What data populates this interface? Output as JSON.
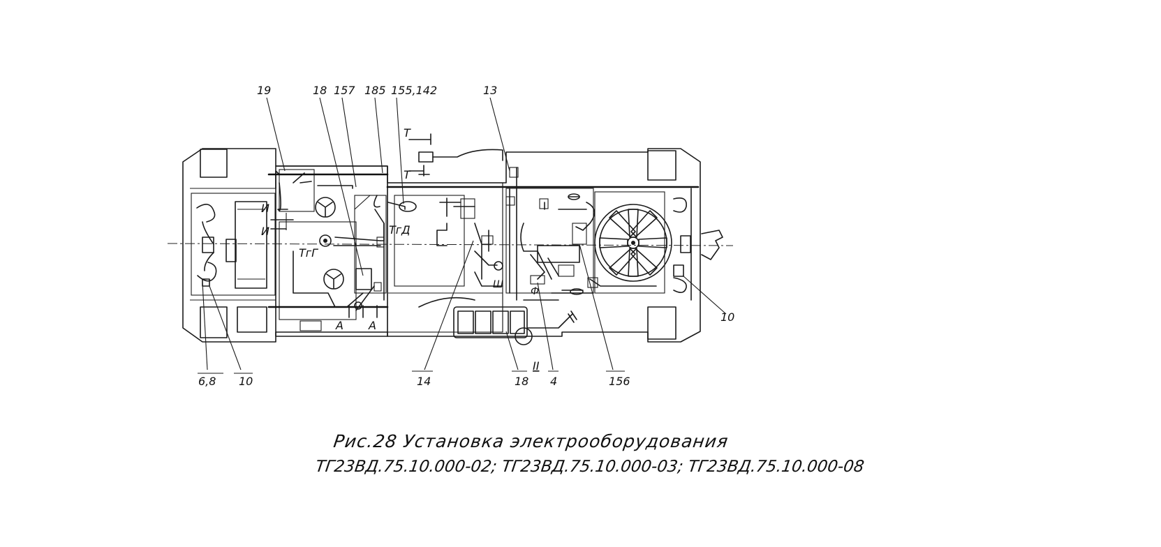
{
  "figure": {
    "caption_line1": "Рис.28  Установка   электрооборудования",
    "caption_line2": "ТГ23ВД.75.10.000-02; ТГ23ВД.75.10.000-03; ТГ23ВД.75.10.000-08"
  },
  "callouts_top": [
    {
      "id": "c19",
      "text": "19"
    },
    {
      "id": "c18a",
      "text": "18"
    },
    {
      "id": "c157",
      "text": "157"
    },
    {
      "id": "c185",
      "text": "185"
    },
    {
      "id": "c155",
      "text": "155,142"
    },
    {
      "id": "c13",
      "text": "13"
    }
  ],
  "callouts_bottom": [
    {
      "id": "c68",
      "text": "6,8"
    },
    {
      "id": "c10a",
      "text": "10"
    },
    {
      "id": "c14",
      "text": "14"
    },
    {
      "id": "c18b",
      "text": "18"
    },
    {
      "id": "c4",
      "text": "4"
    },
    {
      "id": "c156",
      "text": "156"
    },
    {
      "id": "c10b",
      "text": "10"
    }
  ],
  "inline_labels": {
    "t_top": "Т",
    "t_bottom": "Т",
    "i_top": "И",
    "i_bottom": "И",
    "tgd": "ТгД",
    "tgg": "ТгГ",
    "a_left": "А",
    "a_right": "А",
    "f": "Ф",
    "sh": "Ш",
    "view_ii": "II"
  }
}
